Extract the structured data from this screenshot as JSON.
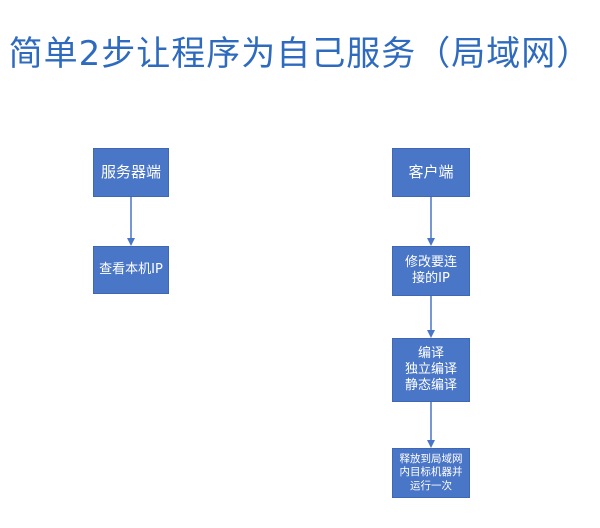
{
  "title": "简单2步让程序为自己服务（局域网）",
  "server": {
    "node1": "服务器端",
    "node2": "查看本机IP"
  },
  "client": {
    "node1": "客户端",
    "node2": "修改要连接的IP",
    "node3": [
      "编译",
      "独立编译",
      "静态编译"
    ],
    "node4": [
      "释放到局域网",
      "内目标机器并",
      "运行一次"
    ]
  },
  "colors": {
    "title": "#2e6bbf",
    "box_fill": "#4a76c7",
    "arrow": "#4a76c7"
  }
}
